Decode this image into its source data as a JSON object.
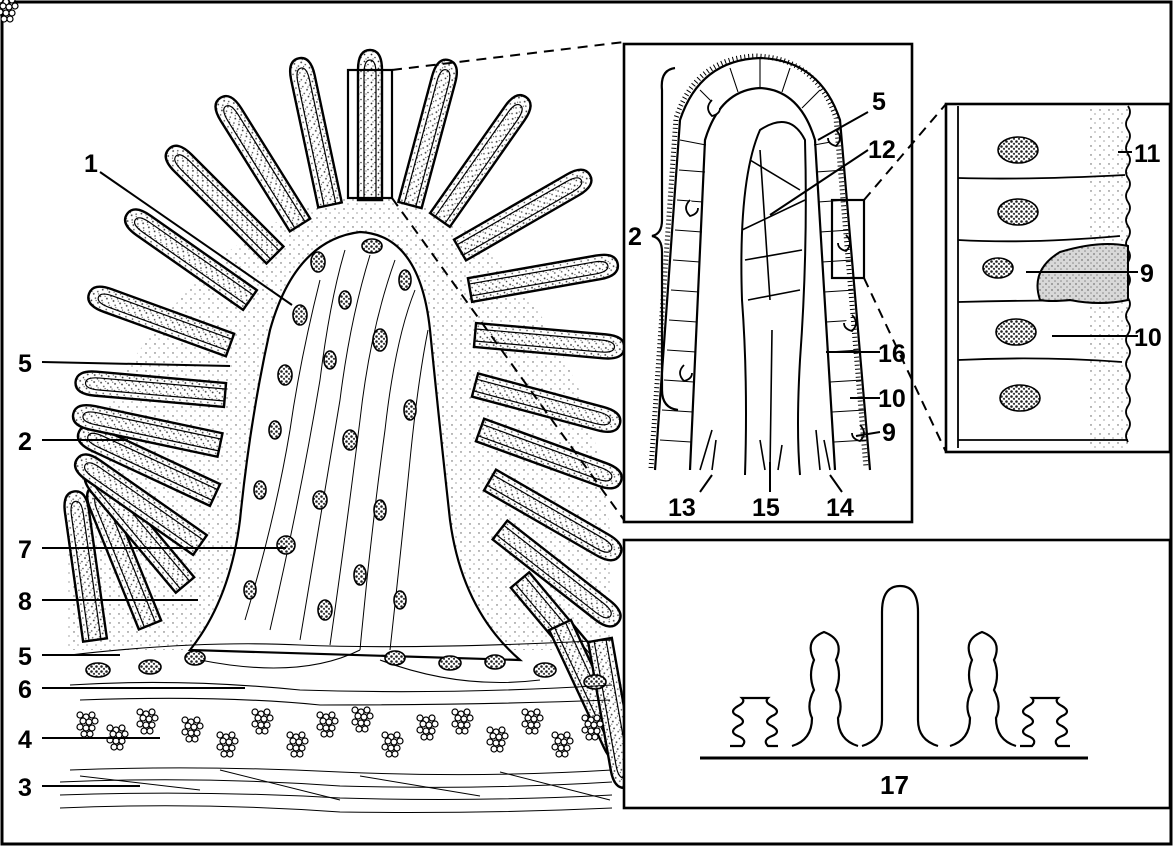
{
  "figure": {
    "main_labels": [
      "1",
      "2",
      "3",
      "4",
      "5",
      "5",
      "6",
      "7",
      "8"
    ],
    "inset_fold_labels": [
      "2",
      "5",
      "9",
      "10",
      "12",
      "13",
      "14",
      "15",
      "16"
    ],
    "inset_cell_labels": [
      "9",
      "10",
      "11"
    ],
    "forms_caption": "17"
  },
  "colors": {
    "ink": "#000000",
    "paper": "#ffffff",
    "stipple": "#6f6f6f"
  }
}
